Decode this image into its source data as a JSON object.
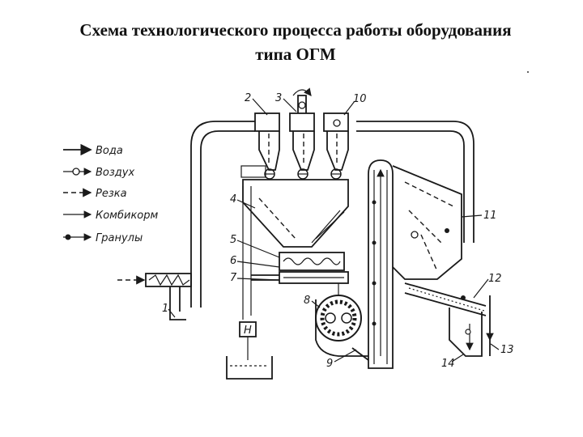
{
  "title": {
    "line1": "Схема технологического процесса работы оборудования",
    "line2": "типа ОГМ"
  },
  "legend": {
    "items": [
      {
        "label": "Вода",
        "style": "solid-arrow"
      },
      {
        "label": "Воздух",
        "style": "circle-arrow"
      },
      {
        "label": "Резка",
        "style": "dashed-arrow"
      },
      {
        "label": "Комбикорм",
        "style": "thin-arrow"
      },
      {
        "label": "Гранулы",
        "style": "dot-arrow"
      }
    ]
  },
  "callouts": [
    "1",
    "2",
    "3",
    "4",
    "5",
    "6",
    "7",
    "8",
    "9",
    "10",
    "11",
    "12",
    "13",
    "14"
  ],
  "heater_label": "Н"
}
